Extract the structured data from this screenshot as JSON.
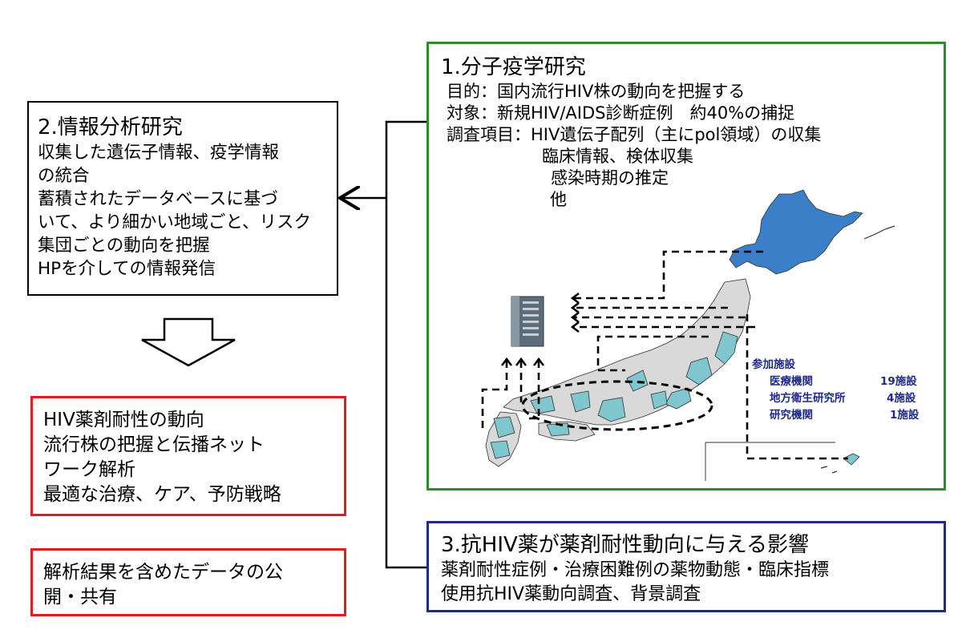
{
  "box1": {
    "title": "1.分子疫学研究",
    "lines": [
      "目的：国内流行HIV株の動向を把握する",
      "対象：新規HIV/AIDS診断症例　約40%の捕捉",
      "調査項目：HIV遺伝子配列（主にpol領域）の収集",
      "臨床情報、検体収集",
      "感染時期の推定",
      "他"
    ],
    "legend": {
      "title": "参加施設",
      "items": [
        {
          "label": "医療機関",
          "count": "19施設"
        },
        {
          "label": "地方衛生研究所",
          "count": "4施設"
        },
        {
          "label": "研究機関",
          "count": "1施設"
        }
      ]
    }
  },
  "box2": {
    "title": "2.情報分析研究",
    "lines": [
      "収集した遺伝子情報、疫学情報",
      "の統合",
      "蓄積されたデータベースに基づ",
      "いて、より細かい地域ごと、リスク",
      "集団ごとの動向を把握",
      "HPを介しての情報発信"
    ]
  },
  "box3": {
    "title": "3.抗HIV薬が薬剤耐性動向に与える影響",
    "lines": [
      "薬剤耐性症例・治療困難例の薬物動態・臨床指標",
      "使用抗HIV薬動向調査、背景調査"
    ]
  },
  "red1": {
    "lines": [
      "HIV薬剤耐性の動向",
      "流行株の把握と伝播ネット",
      "ワーク解析",
      "最適な治療、ケア、予防戦略"
    ]
  },
  "red2": {
    "lines": [
      "解析結果を含めたデータの公",
      "開・共有"
    ]
  },
  "colors": {
    "box1_border": "#2e8b2e",
    "box3_border": "#1f2a8a",
    "red_border": "#e8191f",
    "hokkaido": "#3a7fc7",
    "participating_prefecture": "#7fc6cf",
    "other_prefecture": "#d9d9d9",
    "legend_text": "#1f2a8a"
  },
  "icons": [
    "server-icon",
    "down-outline-arrow-icon",
    "japan-map"
  ]
}
